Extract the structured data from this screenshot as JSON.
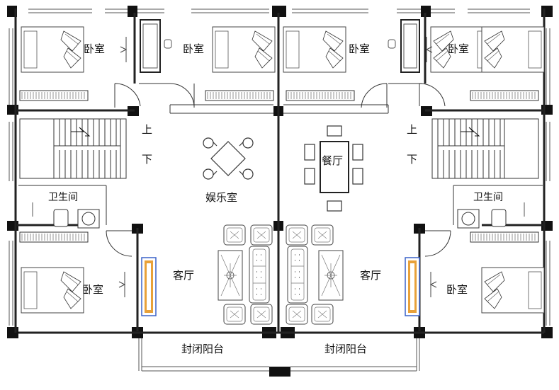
{
  "rooms": {
    "bedroom_top_1": "卧室",
    "bedroom_top_2": "卧室",
    "bedroom_top_3": "卧室",
    "bedroom_top_4": "卧室",
    "bedroom_bottom_left": "卧室",
    "bedroom_bottom_right": "卧室",
    "bathroom_left": "卫生间",
    "bathroom_right": "卫生间",
    "entertainment_room": "娱乐室",
    "dining_room": "餐厅",
    "living_room_left": "客厅",
    "living_room_right": "客厅",
    "balcony_left": "封闭阳台",
    "balcony_right": "封闭阳台"
  },
  "stairs": {
    "left_up": "上",
    "left_down": "下",
    "right_up": "上",
    "right_down": "下"
  },
  "colors": {
    "wall": "#111111",
    "line": "#333333",
    "tv_cabinet": "#e8a13a",
    "tv_frame": "#3a62c9"
  }
}
